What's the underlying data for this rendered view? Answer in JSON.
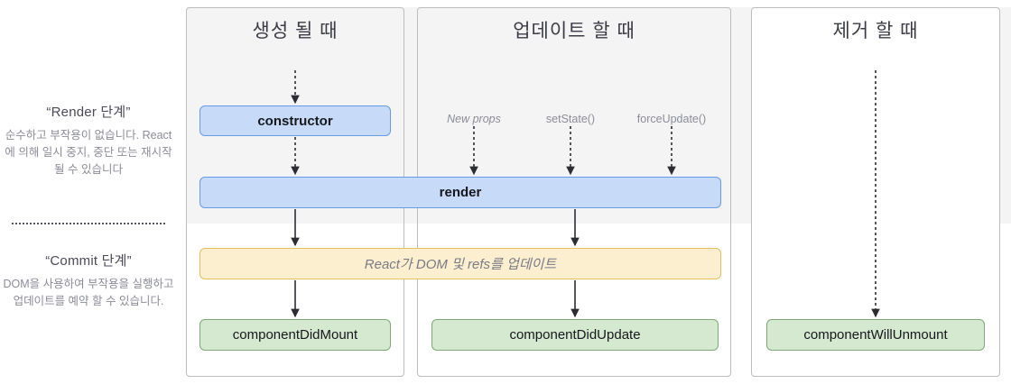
{
  "legend": {
    "render_phase": {
      "title": "“Render 단계”",
      "body": "순수하고 부작용이 없습니다. React에 의해 일시 중지, 중단 또는 재시작 될 수 있습니다"
    },
    "commit_phase": {
      "title": "“Commit 단계”",
      "body": "DOM을 사용하여 부작용을 실행하고 업데이트를 예약 할 수 있습니다."
    }
  },
  "columns": [
    {
      "id": "mount",
      "title": "생성 될 때"
    },
    {
      "id": "update",
      "title": "업데이트 할 때"
    },
    {
      "id": "unmount",
      "title": "제거 할 때"
    }
  ],
  "triggers": [
    {
      "label": "New props",
      "style": "italic"
    },
    {
      "label": "setState()",
      "style": "normal"
    },
    {
      "label": "forceUpdate()",
      "style": "normal"
    }
  ],
  "boxes": {
    "constructor": "constructor",
    "render": "render",
    "react_updates_dom": "React가 DOM 및 refs를 업데이트",
    "component_did_mount": "componentDidMount",
    "component_did_update": "componentDidUpdate",
    "component_will_unmount": "componentWillUnmount"
  },
  "colors": {
    "render_phase_band": "#f4f4f4",
    "blue_fill": "#c7daf7",
    "blue_stroke": "#6699e8",
    "yellow_fill": "#fbefd0",
    "yellow_stroke": "#e3bf5e",
    "green_fill": "#d5e8d0",
    "green_stroke": "#7ea977",
    "panel_border": "#bdbdbd",
    "arrow": "#2c2c33",
    "muted_text": "#8c8c99"
  }
}
